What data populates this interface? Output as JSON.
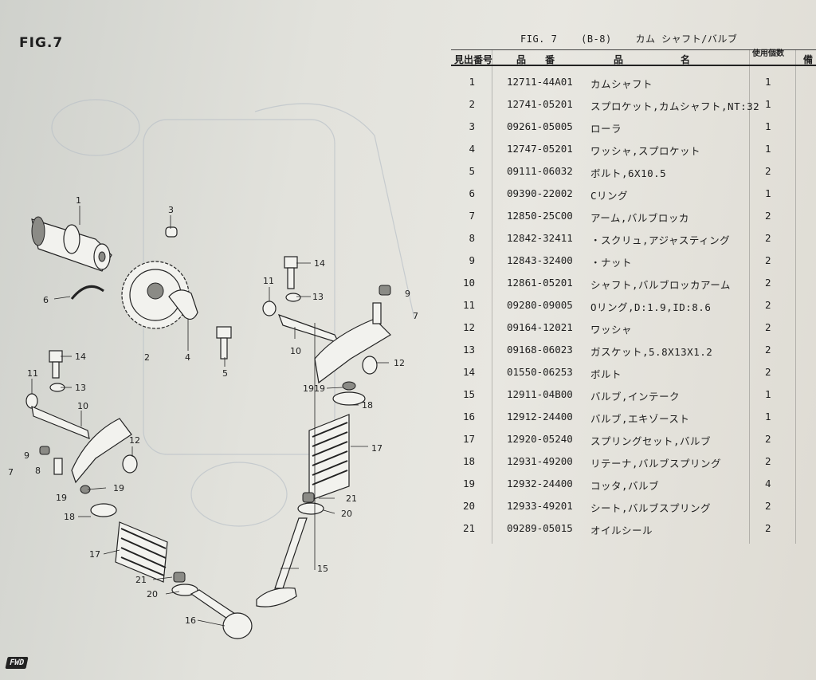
{
  "figure_label": "FIG.7",
  "fwd_label": "FWD",
  "header": {
    "fig": "FIG. 7",
    "code": "(B-8)",
    "title": "カム シャフト/バルブ"
  },
  "columns": {
    "ref_no": "見出番号",
    "part_no": "品　　番",
    "name": "品　　　　　　名",
    "qty": "使用個数",
    "remarks": "備"
  },
  "rows": [
    {
      "no": "1",
      "part": "12711-44A01",
      "name": "カムシャフト",
      "qty": "1"
    },
    {
      "no": "2",
      "part": "12741-05201",
      "name": "スプロケット,カムシャフト,NT:32",
      "qty": "1"
    },
    {
      "no": "3",
      "part": "09261-05005",
      "name": "ローラ",
      "qty": "1"
    },
    {
      "no": "4",
      "part": "12747-05201",
      "name": "ワッシャ,スプロケット",
      "qty": "1"
    },
    {
      "no": "5",
      "part": "09111-06032",
      "name": "ボルト,6X10.5",
      "qty": "2"
    },
    {
      "no": "6",
      "part": "09390-22002",
      "name": "Cリング",
      "qty": "1"
    },
    {
      "no": "7",
      "part": "12850-25C00",
      "name": "アーム,バルブロッカ",
      "qty": "2"
    },
    {
      "no": "8",
      "part": "12842-32411",
      "name": "・スクリュ,アジャスティング",
      "qty": "2"
    },
    {
      "no": "9",
      "part": "12843-32400",
      "name": "・ナット",
      "qty": "2"
    },
    {
      "no": "10",
      "part": "12861-05201",
      "name": "シャフト,バルブロッカアーム",
      "qty": "2"
    },
    {
      "no": "11",
      "part": "09280-09005",
      "name": "Oリング,D:1.9,ID:8.6",
      "qty": "2"
    },
    {
      "no": "12",
      "part": "09164-12021",
      "name": "ワッシャ",
      "qty": "2"
    },
    {
      "no": "13",
      "part": "09168-06023",
      "name": "ガスケット,5.8X13X1.2",
      "qty": "2"
    },
    {
      "no": "14",
      "part": "01550-06253",
      "name": "ボルト",
      "qty": "2"
    },
    {
      "no": "15",
      "part": "12911-04B00",
      "name": "バルブ,インテーク",
      "qty": "1"
    },
    {
      "no": "16",
      "part": "12912-24400",
      "name": "バルブ,エキゾースト",
      "qty": "1"
    },
    {
      "no": "17",
      "part": "12920-05240",
      "name": "スプリングセット,バルブ",
      "qty": "2"
    },
    {
      "no": "18",
      "part": "12931-49200",
      "name": "リテーナ,バルブスプリング",
      "qty": "2"
    },
    {
      "no": "19",
      "part": "12932-24400",
      "name": "コッタ,バルブ",
      "qty": "4"
    },
    {
      "no": "20",
      "part": "12933-49201",
      "name": "シート,バルブスプリング",
      "qty": "2"
    },
    {
      "no": "21",
      "part": "09289-05015",
      "name": "オイルシール",
      "qty": "2"
    }
  ],
  "callouts": [
    "1",
    "2",
    "3",
    "4",
    "5",
    "6",
    "7",
    "8",
    "9",
    "10",
    "11",
    "12",
    "13",
    "14",
    "15",
    "16",
    "17",
    "18",
    "19",
    "20",
    "21"
  ]
}
